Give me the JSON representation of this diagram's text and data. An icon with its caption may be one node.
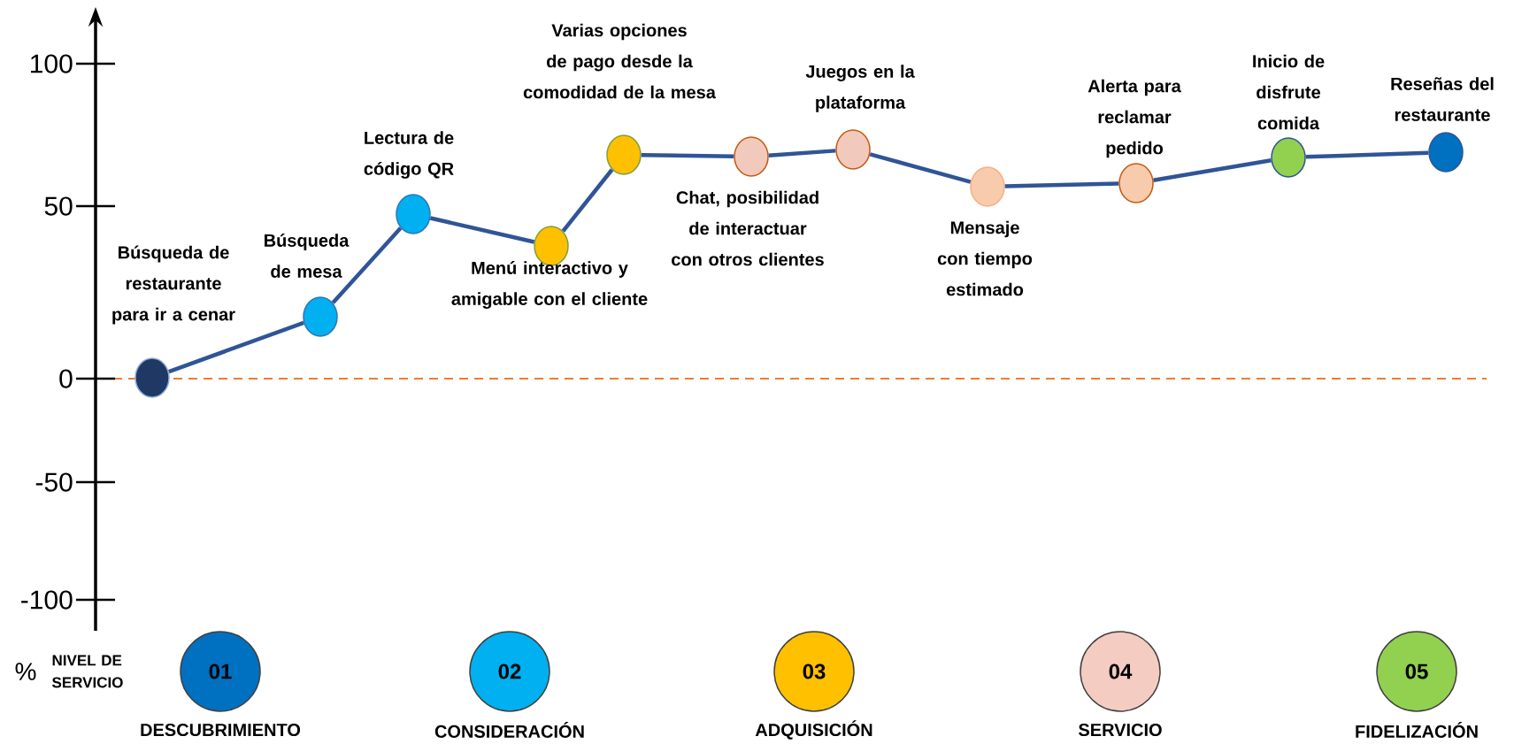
{
  "diagram": {
    "nodes": [
      {
        "text": [],
        "shape": "circle",
        "beside": [
          "Búsqueda de restaurante para ir a cenar"
        ]
      },
      {
        "text": [],
        "shape": "circle",
        "beside": [
          "Búsqueda de mesa"
        ]
      },
      {
        "text": [],
        "shape": "circle",
        "beside": [
          "Lectura de código QR"
        ]
      },
      {
        "text": [],
        "shape": "circle",
        "beside": [
          "Menú interactivo y amigable con el cliente"
        ]
      },
      {
        "text": [],
        "shape": "circle",
        "beside": [
          "Varias opciones de pago desde la comodidad de la mesa"
        ]
      },
      {
        "text": [],
        "shape": "circle",
        "beside": [
          "Chat, posibilidad de interactuar con otros clientes"
        ]
      },
      {
        "text": [],
        "shape": "circle",
        "beside": [
          "Juegos en la plataforma"
        ]
      },
      {
        "text": [],
        "shape": "circle",
        "beside": [
          "Mensaje con tiempo estimado"
        ]
      },
      {
        "text": [],
        "shape": "circle",
        "beside": [
          "Alerta para reclamar pedido"
        ]
      },
      {
        "text": [],
        "shape": "circle",
        "beside": [
          "Inicio de disfrute comida"
        ]
      },
      {
        "text": [],
        "shape": "circle",
        "beside": [
          "Reseñas del restaurante"
        ]
      },
      {
        "text": [
          "01"
        ],
        "beside": [
          "DESCUBRIMIENTO"
        ]
      },
      {
        "text": [
          "02"
        ],
        "beside": [
          "CONSIDERACIÓN"
        ]
      },
      {
        "text": [
          "03"
        ],
        "beside": [
          "ADQUISICIÓN"
        ]
      },
      {
        "text": [
          "04"
        ],
        "beside": [
          "SERVICIO"
        ]
      },
      {
        "text": [
          "05"
        ],
        "beside": [
          "FIDELIZACIÓN"
        ]
      }
    ],
    "edges": [
      {
        "from": 0,
        "to": 1,
        "arrow": "none"
      },
      {
        "from": 1,
        "to": 2,
        "arrow": "none"
      },
      {
        "from": 2,
        "to": 3,
        "arrow": "none"
      },
      {
        "from": 3,
        "to": 4,
        "arrow": "none"
      },
      {
        "from": 4,
        "to": 5,
        "arrow": "none"
      },
      {
        "from": 5,
        "to": 6,
        "arrow": "none"
      },
      {
        "from": 6,
        "to": 7,
        "arrow": "none"
      },
      {
        "from": 7,
        "to": 8,
        "arrow": "none"
      },
      {
        "from": 8,
        "to": 9,
        "arrow": "none"
      },
      {
        "from": 9,
        "to": 10,
        "arrow": "none"
      }
    ],
    "labels": [
      "100",
      "50",
      "0",
      "-50",
      "-100",
      "%",
      "NIVEL DE SERVICIO"
    ]
  }
}
